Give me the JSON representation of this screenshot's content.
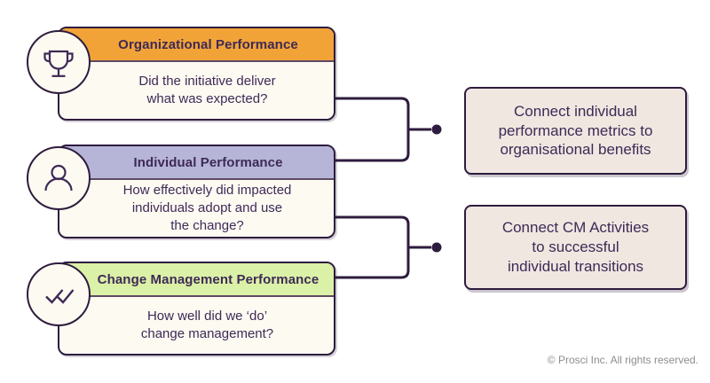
{
  "cards": [
    {
      "id": "organizational-performance",
      "title": "Organizational Performance",
      "body": "Did the initiative deliver\nwhat was expected?",
      "header_color": "#F2A338",
      "icon": "trophy-icon"
    },
    {
      "id": "individual-performance",
      "title": "Individual Performance",
      "body": "How effectively did impacted\nindividuals adopt and use\nthe change?",
      "header_color": "#B6B5D8",
      "icon": "person-icon"
    },
    {
      "id": "change-management-performance",
      "title": "Change Management Performance",
      "body": "How well did we ‘do’\nchange management?",
      "header_color": "#DBF1A7",
      "icon": "double-check-icon"
    }
  ],
  "callouts": [
    {
      "text": "Connect individual\nperformance metrics to\norganisational benefits"
    },
    {
      "text": "Connect CM Activities\nto successful\nindividual transitions"
    }
  ],
  "footer": {
    "text": "© Prosci Inc. All rights reserved."
  },
  "colors": {
    "card_fill": "#FDFAF2",
    "callout_fill": "#F0E7E1",
    "border": "#2E1C3E",
    "text": "#3E2A56",
    "connector": "#2E1C3E",
    "footer_text": "#8F8D8D"
  }
}
